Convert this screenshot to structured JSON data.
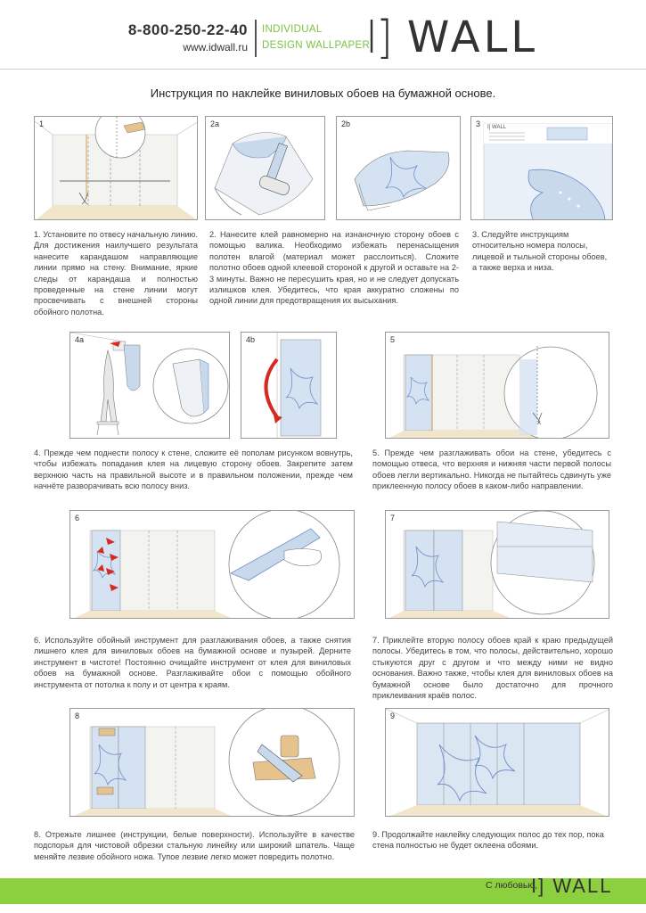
{
  "header": {
    "phone": "8-800-250-22-40",
    "site": "www.idwall.ru",
    "tagline_1": "INDIVIDUAL",
    "tagline_2": "DESIGN WALLPAPER",
    "logo_id": "I]",
    "logo_wall": "WALL"
  },
  "title": "Инструкция по наклейке виниловых обоев на бумажной основе.",
  "panels": {
    "p1": "1",
    "p2a": "2a",
    "p2b": "2b",
    "p3": "3",
    "p4a": "4a",
    "p4b": "4b",
    "p5": "5",
    "p6": "6",
    "p7": "7",
    "p8": "8",
    "p9": "9"
  },
  "p3_sheet_header": "I] WALL",
  "steps": {
    "s1": "1. Установите по отвесу начальную линию. Для достижения наилучшего результата нанесите карандашом направляющие линии прямо на стену. Внимание, яркие следы от карандаша и полностью проведенные на стене линии могут просвечивать с внешней стороны обойного полотна.",
    "s2": "2. Нанесите клей равномерно на изнаночную сторону обоев с помощью валика. Необходимо избежать перенасыщения полотен влагой (материал может расслоиться). Сложите полотно обоев одной клеевой стороной к другой и оставьте на 2-3 минуты. Важно не пересушить края, но и не следует допускать излишков клея. Убедитесь, что края аккуратно сложены по одной линии для предотвращения их высыхания.",
    "s3": "3. Следуйте инструкциям относительно номера полосы, лицевой и тыльной стороны обоев, а также верха и низа.",
    "s4": "4. Прежде чем поднести полосу к стене, сложите её пополам рисунком вовнутрь, чтобы избежать попадания клея на лицевую сторону обоев. Закрепите затем верхнюю часть на правильной высоте и в правильном положении, прежде чем начнёте разворачивать всю полосу вниз.",
    "s5": "5. Прежде чем разглаживать обои на стене, убедитесь с помощью отвеса, что верхняя и нижняя части первой полосы обоев легли вертикально. Никогда не пытайтесь сдвинуть уже приклеенную полосу обоев в каком-либо направлении.",
    "s6": "6. Используйте обойный инструмент для разглаживания обоев, а также снятия лишнего клея для виниловых обоев на бумажной основе и пузырей. Дерните инструмент в чистоте! Постоянно очищайте инструмент от клея для виниловых обоев на бумажной основе. Разглаживайте обои с помощью обойного инструмента от потолка к полу и от центра к краям.",
    "s7": "7. Приклейте вторую полосу обоев край к краю предыдущей полосы. Убедитесь в том, что полосы, действительно, хорошо стыкуются друг с другом и что между ними не видно основания. Важно также, чтобы клея для виниловых обоев на бумажной основе было достаточно для прочного приклеивания краёв полос.",
    "s8": "8. Отрежьте лишнее (инструкции, белые поверхности). Используйте в качестве подспорья для чистовой обрезки стальную линейку или широкий шпатель. Чаще меняйте лезвие обойного ножа. Тупое лезвие легко может повредить полотно.",
    "s9": "9. Продолжайте наклейку следующих полос до тех пор, пока стена полностью не будет оклеена обоями."
  },
  "footer": {
    "signature": "С любовью,",
    "logo": "I] WALL"
  },
  "colors": {
    "accent_green": "#8ccf3f",
    "tagline_green": "#7cc242",
    "paper_blue": "#c9d9ec",
    "pattern_blue": "#6f8fc9",
    "arrow_red": "#d62a20"
  }
}
